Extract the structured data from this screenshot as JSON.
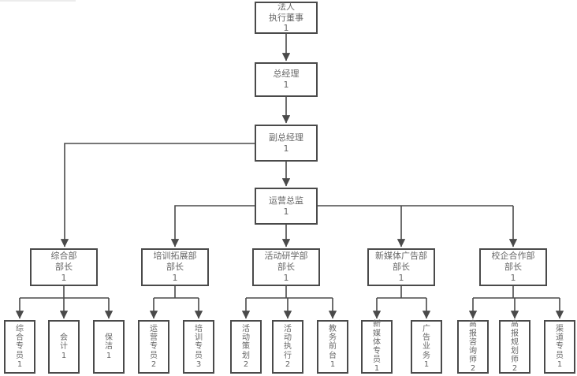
{
  "palette": {
    "box_border": "#4a4a4a",
    "connector_line": "#4a4a4a",
    "text": "#666666",
    "background": "#ffffff"
  },
  "nodes": [
    {
      "id": "legal-representative",
      "label": "法人\n执行董事",
      "count": "1"
    },
    {
      "id": "general-manager",
      "label": "总经理",
      "count": "1"
    },
    {
      "id": "deputy-general-manager",
      "label": "副总经理",
      "count": "1"
    },
    {
      "id": "operations-director",
      "label": "运营总监",
      "count": "1"
    },
    {
      "id": "dept-general-affairs",
      "label": "综合部\n部长",
      "count": "1"
    },
    {
      "id": "dept-training-expansion",
      "label": "培训拓展部\n部长",
      "count": "1"
    },
    {
      "id": "dept-activity-research",
      "label": "活动研学部\n部长",
      "count": "1"
    },
    {
      "id": "dept-new-media-advertising",
      "label": "新媒体广告部\n部长",
      "count": "1"
    },
    {
      "id": "dept-school-enterprise",
      "label": "校企合作部\n部长",
      "count": "1"
    },
    {
      "id": "general-affairs-specialist",
      "label": "综\n合\n专\n员",
      "count": "1"
    },
    {
      "id": "accountant",
      "label": "会\n计",
      "count": "1"
    },
    {
      "id": "cleaner",
      "label": "保\n洁",
      "count": "1"
    },
    {
      "id": "operations-specialist",
      "label": "运\n营\n专\n员",
      "count": "2"
    },
    {
      "id": "training-specialist",
      "label": "培\n训\n专\n员",
      "count": "3"
    },
    {
      "id": "activity-planner",
      "label": "活\n动\n策\n划",
      "count": "2"
    },
    {
      "id": "activity-executor",
      "label": "活\n动\n执\n行",
      "count": "2"
    },
    {
      "id": "academic-front-desk",
      "label": "教\n务\n前\n台",
      "count": "1"
    },
    {
      "id": "new-media-specialist",
      "label": "新\n媒\n体\n专\n员",
      "count": "1"
    },
    {
      "id": "advertising-business",
      "label": "广\n告\n业\n务",
      "count": "1"
    },
    {
      "id": "gaobao-consultant",
      "label": "高\n报\n咨\n询\n师",
      "count": "2"
    },
    {
      "id": "gaobao-planner",
      "label": "高\n报\n规\n划\n师",
      "count": "2"
    },
    {
      "id": "channel-specialist",
      "label": "渠\n道\n专\n员",
      "count": "1"
    }
  ],
  "edges": [
    {
      "from": "legal-representative",
      "to": "general-manager"
    },
    {
      "from": "general-manager",
      "to": "deputy-general-manager"
    },
    {
      "from": "deputy-general-manager",
      "to": "operations-director"
    },
    {
      "from": "deputy-general-manager",
      "to": "dept-general-affairs"
    },
    {
      "from": "operations-director",
      "to": "dept-training-expansion"
    },
    {
      "from": "operations-director",
      "to": "dept-activity-research"
    },
    {
      "from": "operations-director",
      "to": "dept-new-media-advertising"
    },
    {
      "from": "operations-director",
      "to": "dept-school-enterprise"
    },
    {
      "from": "dept-general-affairs",
      "to": "general-affairs-specialist"
    },
    {
      "from": "dept-general-affairs",
      "to": "accountant"
    },
    {
      "from": "dept-general-affairs",
      "to": "cleaner"
    },
    {
      "from": "dept-training-expansion",
      "to": "operations-specialist"
    },
    {
      "from": "dept-training-expansion",
      "to": "training-specialist"
    },
    {
      "from": "dept-activity-research",
      "to": "activity-planner"
    },
    {
      "from": "dept-activity-research",
      "to": "activity-executor"
    },
    {
      "from": "dept-activity-research",
      "to": "academic-front-desk"
    },
    {
      "from": "dept-new-media-advertising",
      "to": "new-media-specialist"
    },
    {
      "from": "dept-new-media-advertising",
      "to": "advertising-business"
    },
    {
      "from": "dept-school-enterprise",
      "to": "gaobao-consultant"
    },
    {
      "from": "dept-school-enterprise",
      "to": "gaobao-planner"
    },
    {
      "from": "dept-school-enterprise",
      "to": "channel-specialist"
    }
  ]
}
